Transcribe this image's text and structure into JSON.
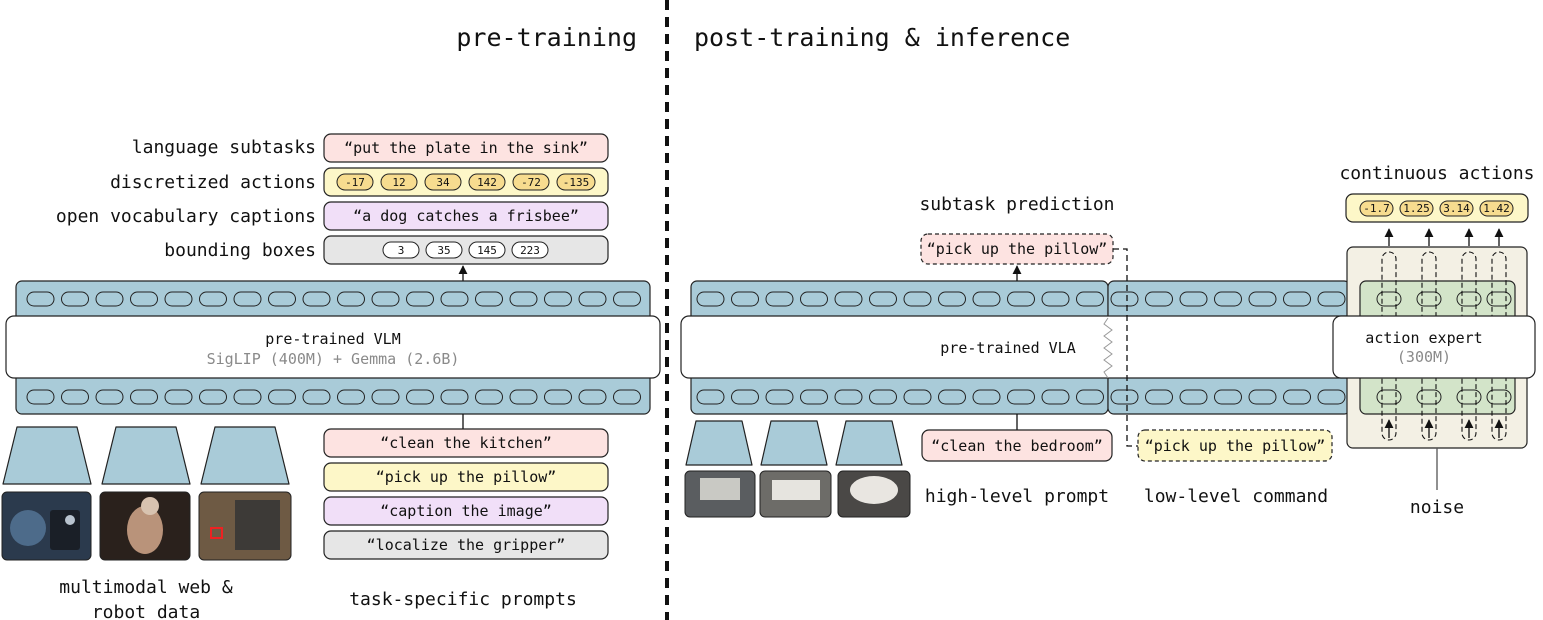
{
  "titles": {
    "left": "pre-training",
    "right": "post-training & inference"
  },
  "left": {
    "output_labels": [
      "language subtasks",
      "discretized actions",
      "open vocabulary captions",
      "bounding boxes"
    ],
    "language_subtask": "“put the plate in the sink”",
    "discretized_actions": [
      "-17",
      "12",
      "34",
      "142",
      "-72",
      "-135"
    ],
    "caption": "“a dog catches a frisbee”",
    "bounding_boxes": [
      "3",
      "35",
      "145",
      "223"
    ],
    "vlm_title": "pre-trained VLM",
    "vlm_subtitle": "SigLIP (400M) + Gemma (2.6B)",
    "prompts": [
      "“clean the kitchen”",
      "“pick up the pillow”",
      "“caption the image”",
      "“localize the gripper”"
    ],
    "data_label_line1": "multimodal web &",
    "data_label_line2": "robot data",
    "prompts_label": "task-specific prompts"
  },
  "right": {
    "subtask_label": "subtask prediction",
    "predicted_subtask": "“pick up the pillow”",
    "vla_title": "pre-trained VLA",
    "high_level_prompt": "“clean the bedroom”",
    "low_level_command": "“pick up the pillow”",
    "high_level_label": "high-level prompt",
    "low_level_label": "low-level command",
    "continuous_actions_label": "continuous actions",
    "continuous_actions": [
      "-1.7",
      "1.25",
      "3.14",
      "1.42"
    ],
    "expert_title": "action expert",
    "expert_subtitle": "(300M)",
    "noise_label": "noise"
  },
  "colors": {
    "token_bar": "#a9cbd8",
    "pink": "#fde3e1",
    "yellow": "#fdf7c8",
    "yellow_token": "#f7dc8f",
    "purple": "#f1dff8",
    "gray": "#e6e6e6",
    "expert_bg": "#f3f0e4",
    "expert_green": "#d3e4c9"
  },
  "icons": [
    "tv-camera-icon",
    "photo-thumbnail-icon"
  ]
}
